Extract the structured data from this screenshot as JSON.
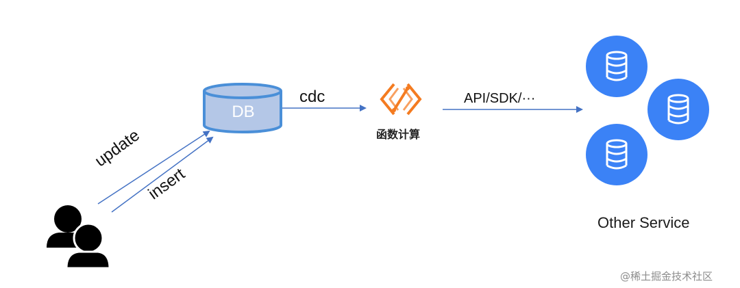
{
  "diagram": {
    "db_label": "DB",
    "cdc_label": "cdc",
    "function_compute_label": "函数计算",
    "api_label": "API/SDK/···",
    "update_label": "update",
    "insert_label": "insert",
    "other_service_label": "Other Service",
    "watermark": "@稀土掘金技术社区"
  },
  "colors": {
    "db_fill": "#b4c7e7",
    "db_stroke": "#4a8fd8",
    "arrow": "#4472c4",
    "service_blue": "#3b82f6",
    "fc_orange": "#f47b20",
    "user_black": "#000000"
  },
  "icons": {
    "database": "database-cylinder-icon",
    "function_compute": "function-compute-logo-icon",
    "users": "users-icon",
    "service": "database-stack-icon"
  }
}
